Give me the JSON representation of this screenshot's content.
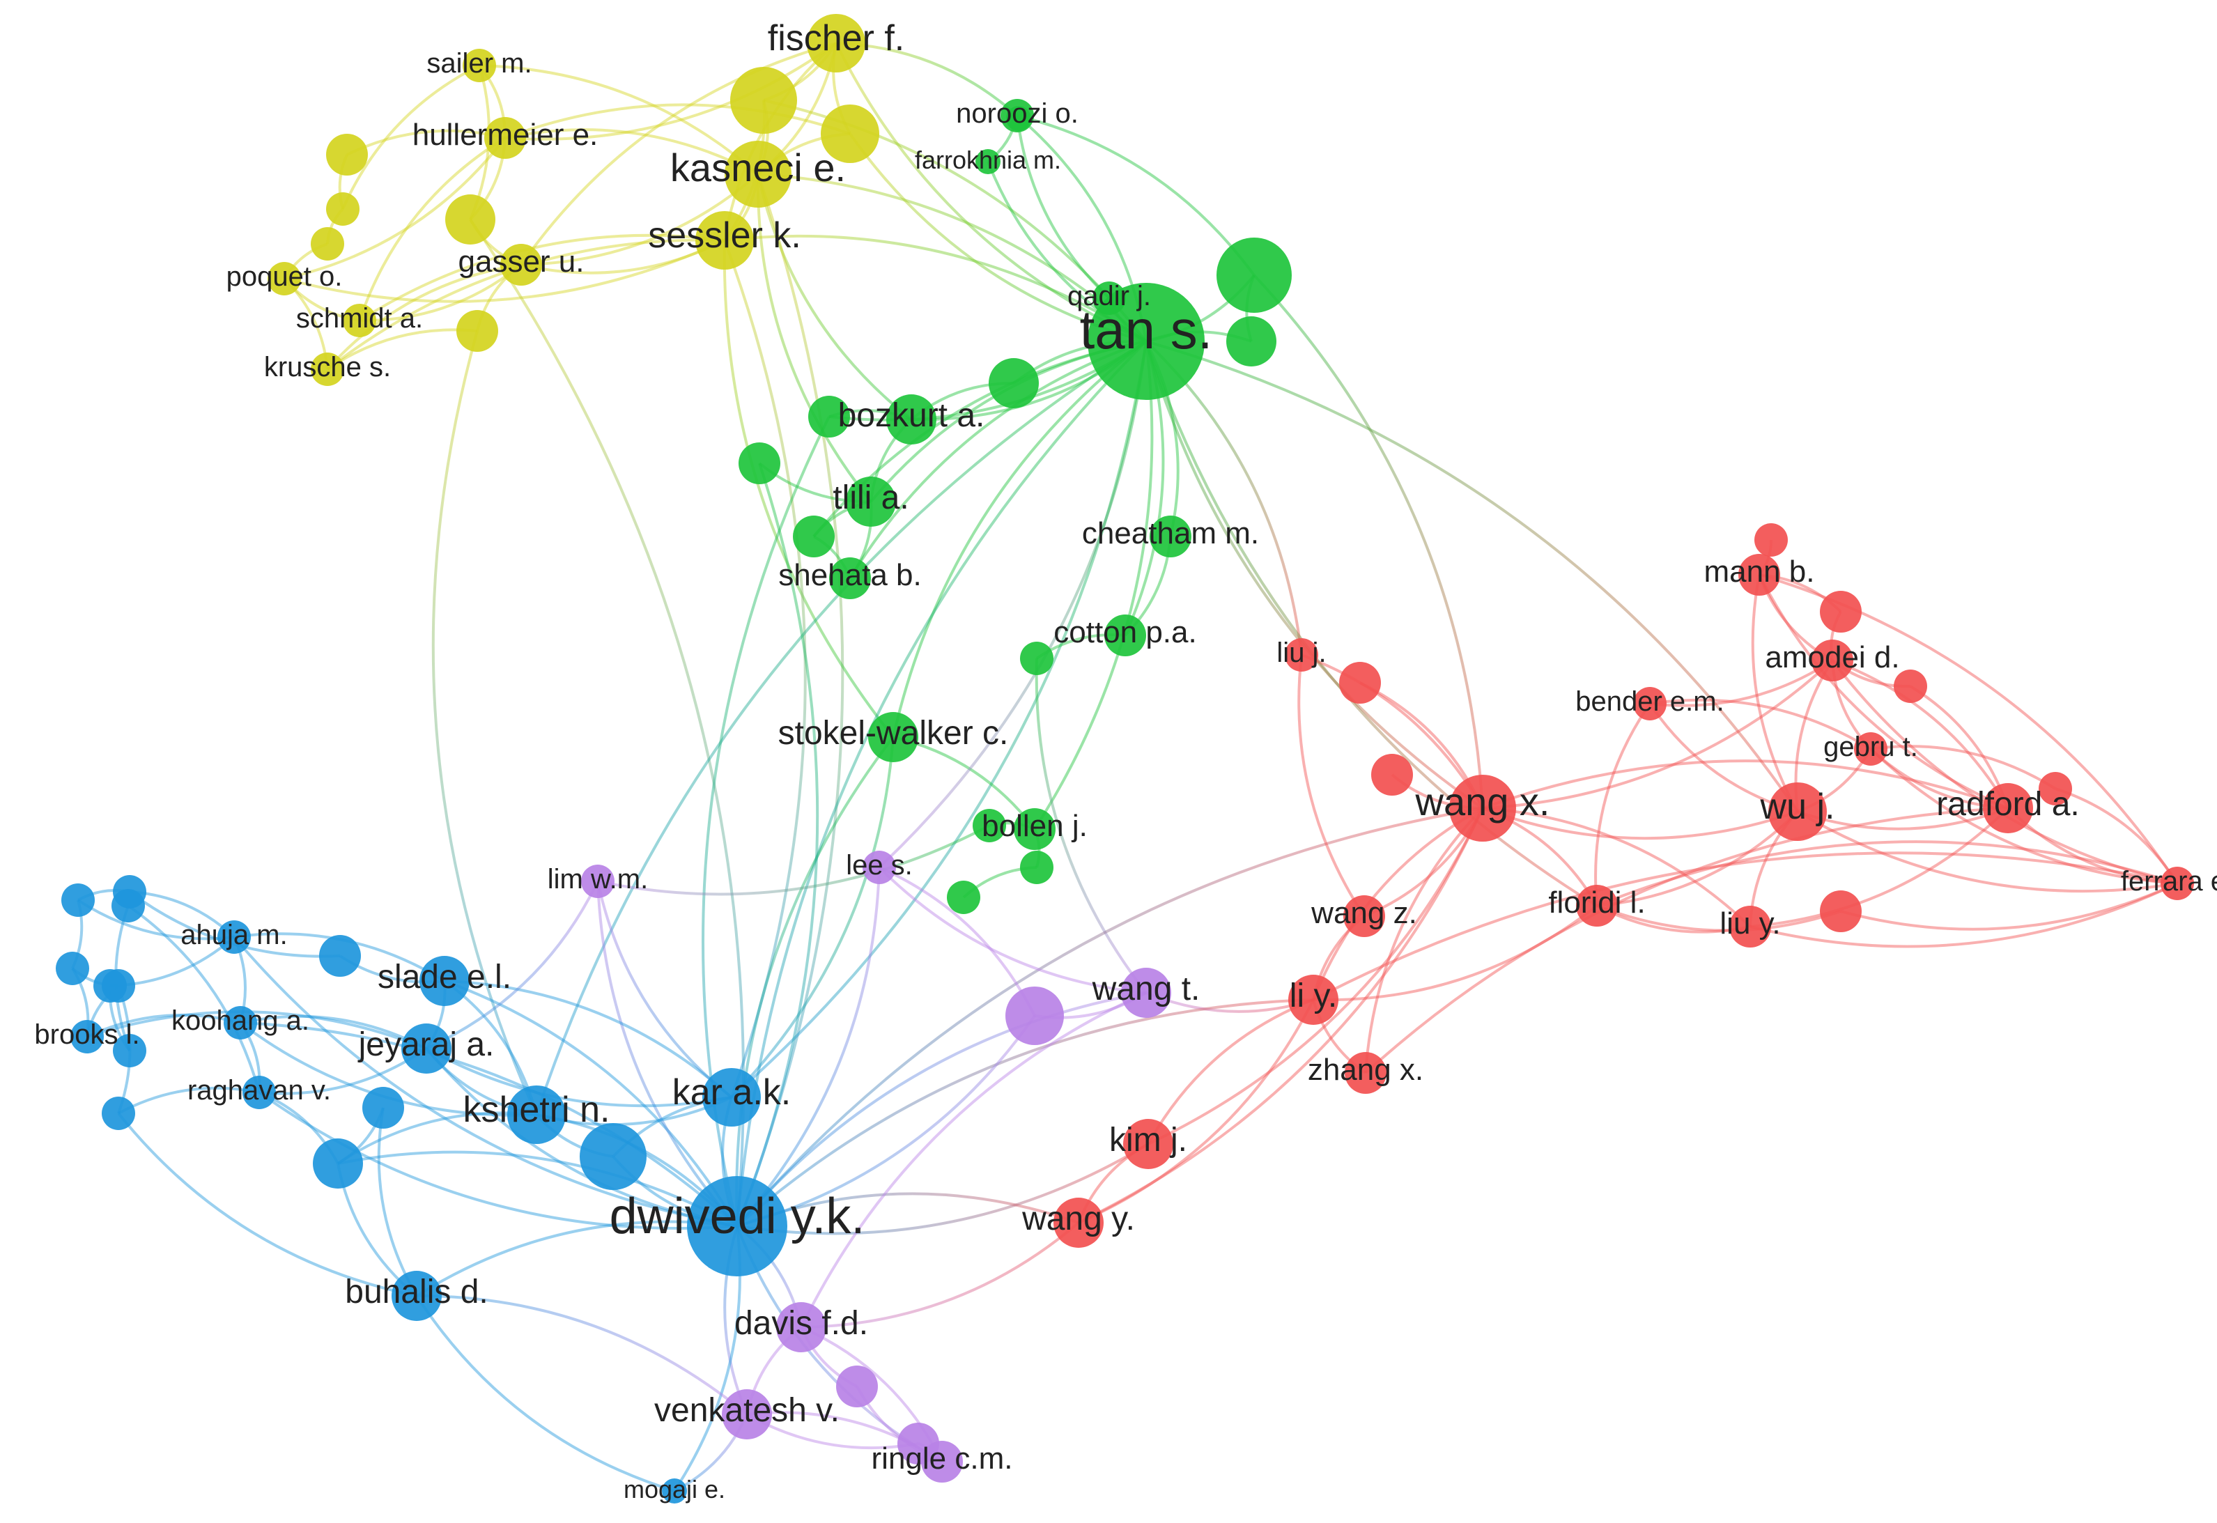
{
  "clusters": {
    "yellow": "#d4d41e",
    "green": "#1ec43c",
    "red": "#f25050",
    "blue": "#1e96dc",
    "purple": "#b982e6"
  },
  "nodes": [
    {
      "id": "fischer",
      "label": "fischer f.",
      "cluster": "yellow",
      "size": 7
    },
    {
      "id": "sailer",
      "label": "sailer m.",
      "cluster": "yellow",
      "size": 4
    },
    {
      "id": "hullermeier",
      "label": "hullermeier e.",
      "cluster": "yellow",
      "size": 5
    },
    {
      "id": "kasneci",
      "label": "kasneci e.",
      "cluster": "yellow",
      "size": 8
    },
    {
      "id": "sessler",
      "label": "sessler k.",
      "cluster": "yellow",
      "size": 7
    },
    {
      "id": "gasser",
      "label": "gasser u.",
      "cluster": "yellow",
      "size": 5
    },
    {
      "id": "poquet",
      "label": "poquet o.",
      "cluster": "yellow",
      "size": 4
    },
    {
      "id": "schmidt",
      "label": "schmidt a.",
      "cluster": "yellow",
      "size": 4
    },
    {
      "id": "krusche",
      "label": "krusche s.",
      "cluster": "yellow",
      "size": 4
    },
    {
      "id": "y_a",
      "label": "",
      "cluster": "yellow",
      "size": 8
    },
    {
      "id": "y_b",
      "label": "",
      "cluster": "yellow",
      "size": 7
    },
    {
      "id": "y_c",
      "label": "",
      "cluster": "yellow",
      "size": 6
    },
    {
      "id": "y_d",
      "label": "",
      "cluster": "yellow",
      "size": 5
    },
    {
      "id": "y_e",
      "label": "",
      "cluster": "yellow",
      "size": 4
    },
    {
      "id": "y_f",
      "label": "",
      "cluster": "yellow",
      "size": 4
    },
    {
      "id": "y_g",
      "label": "",
      "cluster": "yellow",
      "size": 5
    },
    {
      "id": "tan",
      "label": "tan s.",
      "cluster": "green",
      "size": 14
    },
    {
      "id": "noroozi",
      "label": "noroozi o.",
      "cluster": "green",
      "size": 4
    },
    {
      "id": "farrokhnia",
      "label": "farrokhnia m.",
      "cluster": "green",
      "size": 3
    },
    {
      "id": "qadir",
      "label": "qadir j.",
      "cluster": "green",
      "size": 4
    },
    {
      "id": "bozkurt",
      "label": "bozkurt a.",
      "cluster": "green",
      "size": 6
    },
    {
      "id": "tlili",
      "label": "tlili a.",
      "cluster": "green",
      "size": 6
    },
    {
      "id": "cheatham",
      "label": "cheatham m.",
      "cluster": "green",
      "size": 5
    },
    {
      "id": "shehata",
      "label": "shehata b.",
      "cluster": "green",
      "size": 5
    },
    {
      "id": "cotton",
      "label": "cotton p.a.",
      "cluster": "green",
      "size": 5
    },
    {
      "id": "stokelwalker",
      "label": "stokel-walker c.",
      "cluster": "green",
      "size": 6
    },
    {
      "id": "bollen",
      "label": "bollen j.",
      "cluster": "green",
      "size": 5
    },
    {
      "id": "g_a",
      "label": "",
      "cluster": "green",
      "size": 9
    },
    {
      "id": "g_b",
      "label": "",
      "cluster": "green",
      "size": 6
    },
    {
      "id": "g_c",
      "label": "",
      "cluster": "green",
      "size": 6
    },
    {
      "id": "g_d",
      "label": "",
      "cluster": "green",
      "size": 5
    },
    {
      "id": "g_e",
      "label": "",
      "cluster": "green",
      "size": 5
    },
    {
      "id": "g_f",
      "label": "",
      "cluster": "green",
      "size": 5
    },
    {
      "id": "g_g",
      "label": "",
      "cluster": "green",
      "size": 4
    },
    {
      "id": "g_h",
      "label": "",
      "cluster": "green",
      "size": 4
    },
    {
      "id": "g_i",
      "label": "",
      "cluster": "green",
      "size": 4
    },
    {
      "id": "g_j",
      "label": "",
      "cluster": "green",
      "size": 4
    },
    {
      "id": "g_k",
      "label": "",
      "cluster": "green",
      "size": 3
    },
    {
      "id": "wangx",
      "label": "wang x.",
      "cluster": "red",
      "size": 8
    },
    {
      "id": "liuj",
      "label": "liu j.",
      "cluster": "red",
      "size": 4
    },
    {
      "id": "mann",
      "label": "mann b.",
      "cluster": "red",
      "size": 5
    },
    {
      "id": "amodei",
      "label": "amodei d.",
      "cluster": "red",
      "size": 5
    },
    {
      "id": "bender",
      "label": "bender e.m.",
      "cluster": "red",
      "size": 4
    },
    {
      "id": "gebru",
      "label": "gebru t.",
      "cluster": "red",
      "size": 4
    },
    {
      "id": "wuj",
      "label": "wu j.",
      "cluster": "red",
      "size": 7
    },
    {
      "id": "radford",
      "label": "radford a.",
      "cluster": "red",
      "size": 6
    },
    {
      "id": "ferrara",
      "label": "ferrara e.",
      "cluster": "red",
      "size": 4
    },
    {
      "id": "floridi",
      "label": "floridi l.",
      "cluster": "red",
      "size": 5
    },
    {
      "id": "liuy",
      "label": "liu y.",
      "cluster": "red",
      "size": 5
    },
    {
      "id": "wangz",
      "label": "wang z.",
      "cluster": "red",
      "size": 5
    },
    {
      "id": "liy",
      "label": "li y.",
      "cluster": "red",
      "size": 6
    },
    {
      "id": "zhangx",
      "label": "zhang x.",
      "cluster": "red",
      "size": 5
    },
    {
      "id": "kimj",
      "label": "kim j.",
      "cluster": "red",
      "size": 6
    },
    {
      "id": "wangy",
      "label": "wang y.",
      "cluster": "red",
      "size": 6
    },
    {
      "id": "r_a",
      "label": "",
      "cluster": "red",
      "size": 5
    },
    {
      "id": "r_b",
      "label": "",
      "cluster": "red",
      "size": 5
    },
    {
      "id": "r_c",
      "label": "",
      "cluster": "red",
      "size": 4
    },
    {
      "id": "r_d",
      "label": "",
      "cluster": "red",
      "size": 5
    },
    {
      "id": "r_e",
      "label": "",
      "cluster": "red",
      "size": 4
    },
    {
      "id": "r_f",
      "label": "",
      "cluster": "red",
      "size": 4
    },
    {
      "id": "r_g",
      "label": "",
      "cluster": "red",
      "size": 5
    },
    {
      "id": "dwivedi",
      "label": "dwivedi y.k.",
      "cluster": "blue",
      "size": 12
    },
    {
      "id": "kar",
      "label": "kar a.k.",
      "cluster": "blue",
      "size": 7
    },
    {
      "id": "kshetri",
      "label": "kshetri n.",
      "cluster": "blue",
      "size": 7
    },
    {
      "id": "slade",
      "label": "slade e.l.",
      "cluster": "blue",
      "size": 6
    },
    {
      "id": "jeyaraj",
      "label": "jeyaraj a.",
      "cluster": "blue",
      "size": 6
    },
    {
      "id": "ahuja",
      "label": "ahuja m.",
      "cluster": "blue",
      "size": 4
    },
    {
      "id": "koohang",
      "label": "koohang a.",
      "cluster": "blue",
      "size": 4
    },
    {
      "id": "brooks",
      "label": "brooks l.",
      "cluster": "blue",
      "size": 4
    },
    {
      "id": "raghavan",
      "label": "raghavan v.",
      "cluster": "blue",
      "size": 4
    },
    {
      "id": "buhalis",
      "label": "buhalis d.",
      "cluster": "blue",
      "size": 6
    },
    {
      "id": "mogaji",
      "label": "mogaji e.",
      "cluster": "blue",
      "size": 3
    },
    {
      "id": "b_a",
      "label": "",
      "cluster": "blue",
      "size": 8
    },
    {
      "id": "b_b",
      "label": "",
      "cluster": "blue",
      "size": 6
    },
    {
      "id": "b_c",
      "label": "",
      "cluster": "blue",
      "size": 5
    },
    {
      "id": "b_d",
      "label": "",
      "cluster": "blue",
      "size": 4
    },
    {
      "id": "b_e",
      "label": "",
      "cluster": "blue",
      "size": 4
    },
    {
      "id": "b_f",
      "label": "",
      "cluster": "blue",
      "size": 4
    },
    {
      "id": "b_g",
      "label": "",
      "cluster": "blue",
      "size": 4
    },
    {
      "id": "b_h",
      "label": "",
      "cluster": "blue",
      "size": 4
    },
    {
      "id": "b_i",
      "label": "",
      "cluster": "blue",
      "size": 4
    },
    {
      "id": "b_j",
      "label": "",
      "cluster": "blue",
      "size": 4
    },
    {
      "id": "b_k",
      "label": "",
      "cluster": "blue",
      "size": 4
    },
    {
      "id": "b_l",
      "label": "",
      "cluster": "blue",
      "size": 5
    },
    {
      "id": "wangt",
      "label": "wang t.",
      "cluster": "purple",
      "size": 6
    },
    {
      "id": "lims",
      "label": "lee s.",
      "cluster": "purple",
      "size": 4
    },
    {
      "id": "limwm",
      "label": "lim w.m.",
      "cluster": "purple",
      "size": 4
    },
    {
      "id": "davis",
      "label": "davis f.d.",
      "cluster": "purple",
      "size": 6
    },
    {
      "id": "venkatesh",
      "label": "venkatesh v.",
      "cluster": "purple",
      "size": 6
    },
    {
      "id": "ringle",
      "label": "ringle c.m.",
      "cluster": "purple",
      "size": 5
    },
    {
      "id": "p_a",
      "label": "",
      "cluster": "purple",
      "size": 7
    },
    {
      "id": "p_b",
      "label": "",
      "cluster": "purple",
      "size": 5
    },
    {
      "id": "p_c",
      "label": "",
      "cluster": "purple",
      "size": 5
    }
  ],
  "links": [
    [
      "fischer",
      "kasneci"
    ],
    [
      "fischer",
      "sessler"
    ],
    [
      "fischer",
      "y_a"
    ],
    [
      "fischer",
      "y_b"
    ],
    [
      "fischer",
      "hullermeier"
    ],
    [
      "fischer",
      "tan"
    ],
    [
      "fischer",
      "noroozi"
    ],
    [
      "fischer",
      "gasser"
    ],
    [
      "kasneci",
      "sessler"
    ],
    [
      "kasneci",
      "hullermeier"
    ],
    [
      "kasneci",
      "gasser"
    ],
    [
      "kasneci",
      "y_a"
    ],
    [
      "kasneci",
      "y_b"
    ],
    [
      "kasneci",
      "sailer"
    ],
    [
      "kasneci",
      "tan"
    ],
    [
      "kasneci",
      "bozkurt"
    ],
    [
      "kasneci",
      "dwivedi"
    ],
    [
      "kasneci",
      "tlili"
    ],
    [
      "sessler",
      "gasser"
    ],
    [
      "sessler",
      "schmidt"
    ],
    [
      "sessler",
      "poquet"
    ],
    [
      "sessler",
      "krusche"
    ],
    [
      "sessler",
      "tan"
    ],
    [
      "sessler",
      "stokelwalker"
    ],
    [
      "sessler",
      "kar"
    ],
    [
      "hullermeier",
      "sailer"
    ],
    [
      "hullermeier",
      "y_c"
    ],
    [
      "hullermeier",
      "y_d"
    ],
    [
      "hullermeier",
      "poquet"
    ],
    [
      "hullermeier",
      "schmidt"
    ],
    [
      "gasser",
      "schmidt"
    ],
    [
      "gasser",
      "krusche"
    ],
    [
      "gasser",
      "y_c"
    ],
    [
      "poquet",
      "schmidt"
    ],
    [
      "poquet",
      "krusche"
    ],
    [
      "y_e",
      "y_f"
    ],
    [
      "y_e",
      "sailer"
    ],
    [
      "y_f",
      "poquet"
    ],
    [
      "y_g",
      "gasser"
    ],
    [
      "y_g",
      "krusche"
    ],
    [
      "y_a",
      "sessler"
    ],
    [
      "y_b",
      "hullermeier"
    ],
    [
      "sailer",
      "y_c"
    ],
    [
      "y_d",
      "y_e"
    ],
    [
      "y_a",
      "tan"
    ],
    [
      "y_b",
      "tan"
    ],
    [
      "y_c",
      "dwivedi"
    ],
    [
      "y_g",
      "kshetri"
    ],
    [
      "tan",
      "qadir"
    ],
    [
      "tan",
      "g_a"
    ],
    [
      "tan",
      "g_b"
    ],
    [
      "tan",
      "g_c"
    ],
    [
      "tan",
      "bozkurt"
    ],
    [
      "tan",
      "tlili"
    ],
    [
      "tan",
      "cheatham"
    ],
    [
      "tan",
      "shehata"
    ],
    [
      "tan",
      "cotton"
    ],
    [
      "tan",
      "stokelwalker"
    ],
    [
      "tan",
      "bollen"
    ],
    [
      "tan",
      "noroozi"
    ],
    [
      "tan",
      "farrokhnia"
    ],
    [
      "tan",
      "dwivedi"
    ],
    [
      "tan",
      "kar"
    ],
    [
      "tan",
      "wangx"
    ],
    [
      "tan",
      "liuj"
    ],
    [
      "tan",
      "floridi"
    ],
    [
      "tan",
      "wuj"
    ],
    [
      "tan",
      "kshetri"
    ],
    [
      "tan",
      "g_d"
    ],
    [
      "tan",
      "g_e"
    ],
    [
      "noroozi",
      "farrokhnia"
    ],
    [
      "noroozi",
      "qadir"
    ],
    [
      "noroozi",
      "g_a"
    ],
    [
      "bozkurt",
      "tlili"
    ],
    [
      "bozkurt",
      "g_c"
    ],
    [
      "bozkurt",
      "g_d"
    ],
    [
      "tlili",
      "shehata"
    ],
    [
      "tlili",
      "g_e"
    ],
    [
      "tlili",
      "g_f"
    ],
    [
      "shehata",
      "g_e"
    ],
    [
      "cheatham",
      "cotton"
    ],
    [
      "cotton",
      "g_g"
    ],
    [
      "stokelwalker",
      "bollen"
    ],
    [
      "stokelwalker",
      "dwivedi"
    ],
    [
      "stokelwalker",
      "kar"
    ],
    [
      "bollen",
      "g_h"
    ],
    [
      "bollen",
      "g_i"
    ],
    [
      "g_i",
      "g_j"
    ],
    [
      "g_k",
      "noroozi"
    ],
    [
      "g_a",
      "g_b"
    ],
    [
      "g_a",
      "wangx"
    ],
    [
      "g_d",
      "dwivedi"
    ],
    [
      "g_f",
      "dwivedi"
    ],
    [
      "g_g",
      "wangt"
    ],
    [
      "g_h",
      "limwm"
    ],
    [
      "wangx",
      "liuj"
    ],
    [
      "wangx",
      "r_a"
    ],
    [
      "wangx",
      "r_b"
    ],
    [
      "wangx",
      "wangz"
    ],
    [
      "wangx",
      "liy"
    ],
    [
      "wangx",
      "floridi"
    ],
    [
      "wangx",
      "wuj"
    ],
    [
      "wangx",
      "kimj"
    ],
    [
      "wangx",
      "zhangx"
    ],
    [
      "wangx",
      "wangy"
    ],
    [
      "wangx",
      "dwivedi"
    ],
    [
      "wangx",
      "radford"
    ],
    [
      "wangx",
      "amodei"
    ],
    [
      "wangx",
      "liuy"
    ],
    [
      "wuj",
      "radford"
    ],
    [
      "wuj",
      "amodei"
    ],
    [
      "wuj",
      "gebru"
    ],
    [
      "wuj",
      "mann"
    ],
    [
      "wuj",
      "liuy"
    ],
    [
      "wuj",
      "floridi"
    ],
    [
      "wuj",
      "ferrara"
    ],
    [
      "wuj",
      "bender"
    ],
    [
      "radford",
      "amodei"
    ],
    [
      "radford",
      "mann"
    ],
    [
      "radford",
      "ferrara"
    ],
    [
      "radford",
      "gebru"
    ],
    [
      "radford",
      "r_c"
    ],
    [
      "radford",
      "liuy"
    ],
    [
      "mann",
      "amodei"
    ],
    [
      "mann",
      "r_d"
    ],
    [
      "mann",
      "r_e"
    ],
    [
      "mann",
      "ferrara"
    ],
    [
      "amodei",
      "r_c"
    ],
    [
      "amodei",
      "r_d"
    ],
    [
      "amodei",
      "gebru"
    ],
    [
      "amodei",
      "bender"
    ],
    [
      "amodei",
      "ferrara"
    ],
    [
      "bender",
      "gebru"
    ],
    [
      "bender",
      "floridi"
    ],
    [
      "gebru",
      "r_f"
    ],
    [
      "gebru",
      "ferrara"
    ],
    [
      "r_f",
      "ferrara"
    ],
    [
      "r_g",
      "ferrara"
    ],
    [
      "r_g",
      "floridi"
    ],
    [
      "liuy",
      "ferrara"
    ],
    [
      "floridi",
      "ferrara"
    ],
    [
      "floridi",
      "liuy"
    ],
    [
      "floridi",
      "liy"
    ],
    [
      "liy",
      "kimj"
    ],
    [
      "liy",
      "wangt"
    ],
    [
      "liy",
      "zhangx"
    ],
    [
      "liy",
      "wangy"
    ],
    [
      "liy",
      "dwivedi"
    ],
    [
      "liy",
      "ferrara"
    ],
    [
      "kimj",
      "wangy"
    ],
    [
      "kimj",
      "dwivedi"
    ],
    [
      "wangy",
      "dwivedi"
    ],
    [
      "wangy",
      "davis"
    ],
    [
      "wangz",
      "liy"
    ],
    [
      "zhangx",
      "radford"
    ],
    [
      "liuj",
      "wangz"
    ],
    [
      "dwivedi",
      "kar"
    ],
    [
      "dwivedi",
      "kshetri"
    ],
    [
      "dwivedi",
      "b_a"
    ],
    [
      "dwivedi",
      "slade"
    ],
    [
      "dwivedi",
      "jeyaraj"
    ],
    [
      "dwivedi",
      "buhalis"
    ],
    [
      "dwivedi",
      "davis"
    ],
    [
      "dwivedi",
      "venkatesh"
    ],
    [
      "dwivedi",
      "wangt"
    ],
    [
      "dwivedi",
      "p_a"
    ],
    [
      "dwivedi",
      "limwm"
    ],
    [
      "dwivedi",
      "lims"
    ],
    [
      "dwivedi",
      "ahuja"
    ],
    [
      "dwivedi",
      "koohang"
    ],
    [
      "dwivedi",
      "raghavan"
    ],
    [
      "dwivedi",
      "b_b"
    ],
    [
      "dwivedi",
      "mogaji"
    ],
    [
      "dwivedi",
      "ringle"
    ],
    [
      "kar",
      "kshetri"
    ],
    [
      "kar",
      "slade"
    ],
    [
      "kar",
      "jeyaraj"
    ],
    [
      "kar",
      "b_a"
    ],
    [
      "kar",
      "limwm"
    ],
    [
      "kshetri",
      "b_a"
    ],
    [
      "kshetri",
      "jeyaraj"
    ],
    [
      "kshetri",
      "slade"
    ],
    [
      "kshetri",
      "koohang"
    ],
    [
      "kshetri",
      "b_b"
    ],
    [
      "slade",
      "jeyaraj"
    ],
    [
      "slade",
      "ahuja"
    ],
    [
      "slade",
      "b_c"
    ],
    [
      "jeyaraj",
      "koohang"
    ],
    [
      "jeyaraj",
      "raghavan"
    ],
    [
      "jeyaraj",
      "brooks"
    ],
    [
      "ahuja",
      "koohang"
    ],
    [
      "ahuja",
      "b_d"
    ],
    [
      "ahuja",
      "b_e"
    ],
    [
      "koohang",
      "brooks"
    ],
    [
      "koohang",
      "raghavan"
    ],
    [
      "brooks",
      "b_f"
    ],
    [
      "brooks",
      "b_g"
    ],
    [
      "raghavan",
      "b_h"
    ],
    [
      "raghavan",
      "b_b"
    ],
    [
      "b_d",
      "b_e"
    ],
    [
      "b_e",
      "b_f"
    ],
    [
      "b_f",
      "b_g"
    ],
    [
      "b_g",
      "b_h"
    ],
    [
      "b_i",
      "b_j"
    ],
    [
      "b_j",
      "b_k"
    ],
    [
      "b_i",
      "ahuja"
    ],
    [
      "b_k",
      "raghavan"
    ],
    [
      "b_l",
      "buhalis"
    ],
    [
      "buhalis",
      "b_b"
    ],
    [
      "buhalis",
      "mogaji"
    ],
    [
      "buhalis",
      "venkatesh"
    ],
    [
      "b_b",
      "b_l"
    ],
    [
      "b_c",
      "b_d"
    ],
    [
      "b_h",
      "buhalis"
    ],
    [
      "wangt",
      "p_a"
    ],
    [
      "wangt",
      "davis"
    ],
    [
      "wangt",
      "lims"
    ],
    [
      "davis",
      "venkatesh"
    ],
    [
      "davis",
      "ringle"
    ],
    [
      "davis",
      "p_b"
    ],
    [
      "venkatesh",
      "ringle"
    ],
    [
      "venkatesh",
      "p_c"
    ],
    [
      "venkatesh",
      "mogaji"
    ],
    [
      "p_b",
      "ringle"
    ],
    [
      "p_c",
      "ringle"
    ],
    [
      "p_a",
      "lims"
    ],
    [
      "limwm",
      "jeyaraj"
    ],
    [
      "lims",
      "tan"
    ]
  ]
}
